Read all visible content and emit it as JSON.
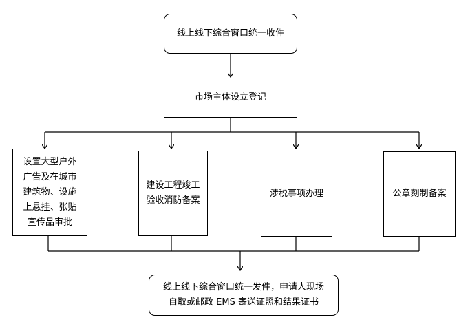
{
  "flowchart": {
    "start": "线上线下综合窗口统一收件",
    "register": "市场主体设立登记",
    "branches": [
      {
        "lines": [
          "设置大型户外",
          "广告及在城市",
          "建筑物、设施",
          "上悬挂、张贴",
          "宣传品审批"
        ]
      },
      {
        "lines": [
          "建设工程竣工",
          "验收消防备案"
        ]
      },
      {
        "lines": [
          "涉税事项办理"
        ]
      },
      {
        "lines": [
          "公章刻制备案"
        ]
      }
    ],
    "end": {
      "lines": [
        "线上线下综合窗口统一发件，申请人现场",
        "自取或邮政 EMS 寄送证照和结果证书"
      ]
    }
  }
}
